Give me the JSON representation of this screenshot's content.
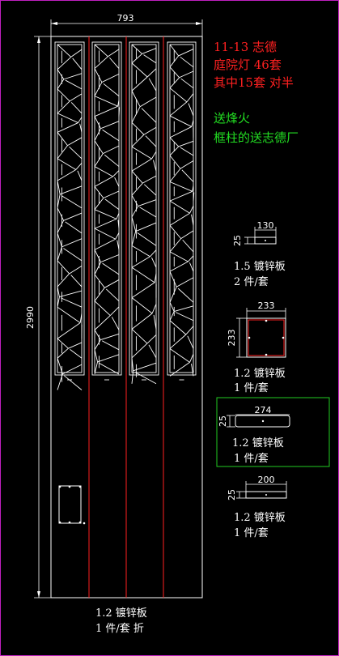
{
  "notes_red": [
    "11-13 志德",
    "庭院灯 46套",
    "其中15套 对半"
  ],
  "notes_green": [
    "送烽火",
    "框柱的送志德厂"
  ],
  "main_panel": {
    "width_label": "793",
    "height_label": "2990",
    "material": "1.2 镀锌板",
    "quantity": "1 件/套 折"
  },
  "parts": [
    {
      "dim_w": "130",
      "dim_h": "25",
      "material": "1.5 镀锌板",
      "quantity": "2 件/套"
    },
    {
      "dim_w": "233",
      "dim_h": "233",
      "material": "1.2 镀锌板",
      "quantity": "1 件/套"
    },
    {
      "dim_w": "274",
      "dim_h": "25",
      "material": "1.2 镀锌板",
      "quantity": "1 件/套"
    },
    {
      "dim_w": "200",
      "dim_h": "25",
      "material": "1.2 镀锌板",
      "quantity": "1 件/套"
    }
  ],
  "colors": {
    "background": "#000000",
    "line": "#ffffff",
    "bend_line": "#ff2020",
    "note_red": "#ff2020",
    "note_green": "#22dd22",
    "frame": "#c020c0",
    "highlight": "#22cc22"
  }
}
